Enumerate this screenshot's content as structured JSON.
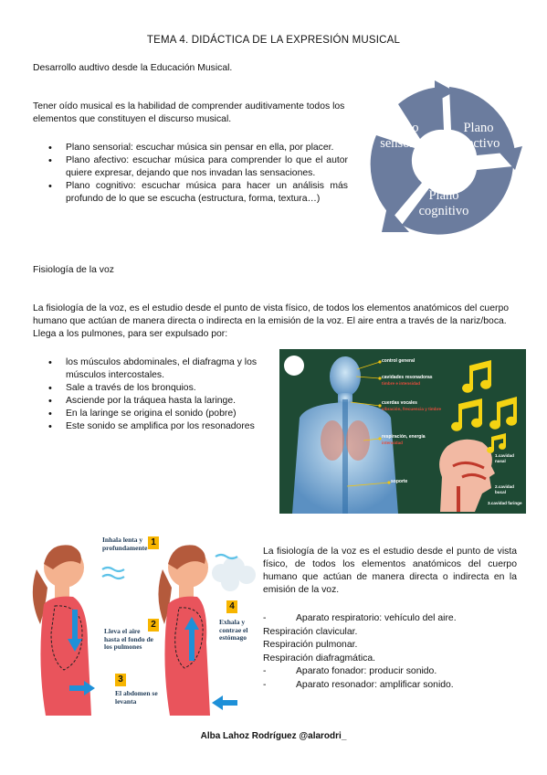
{
  "doc": {
    "title": "TEMA 4. DIDÁCTICA DE LA EXPRESIÓN MUSICAL",
    "subtitle": "Desarrollo audtivo desde la Educación Musical.",
    "intro": "Tener oído musical es la habilidad de comprender auditivamente todos los elementos que constituyen el discurso musical.",
    "planes_list": [
      "Plano sensorial: escuchar música sin pensar en ella, por placer.",
      "Plano afectivo: escuchar música para comprender lo que el autor quiere expresar, dejando que nos invadan las sensaciones.",
      "Plano cognitivo: escuchar música para hacer un análisis más profundo de lo que se escucha (estructura, forma, textura…)"
    ],
    "cycle_diagram": {
      "segments": [
        "Plano sensorial",
        "Plano afectivo",
        "Plano cognitivo"
      ],
      "color": "#6b7c9e"
    },
    "section2_heading": "Fisiología de la voz",
    "section2_para": "La fisiología de la voz, es el estudio desde el punto de vista físico, de todos los elementos anatómicos del cuerpo humano que actúan de manera directa o indirecta en la emisión de la voz. El aire entra a través de la nariz/boca. Llega a los pulmones, para ser expulsado por:",
    "voice_list": [
      "los músculos abdominales, el diafragma y los músculos intercostales.",
      "Sale a través de los bronquios.",
      "Asciende por la tráquea hasta la laringe.",
      "En la laringe se origina el sonido (pobre)",
      "Este sonido se amplifica por los resonadores"
    ],
    "anatomy_image": {
      "labels": [
        "control general",
        "cavidades resonadoras",
        "timbre e intensidad",
        "cuerdas vocales",
        "vibración, frecuencia y timbre",
        "respiración, energía",
        "intensidad",
        "soporte",
        "1.cavidad nasal",
        "2.cavidad bucal",
        "3.cavidad faringe"
      ]
    },
    "breathing_image": {
      "labels": [
        "Inhala lenta y profundamente",
        "Lleva el aire hasta el fondo de los pulmones",
        "El abdomen se levanta",
        "Exhala y contrae el estómago"
      ],
      "numbers": [
        "1",
        "2",
        "3",
        "4"
      ]
    },
    "section3_para": "La fisiología de la voz es el estudio desde el punto de vista físico, de todos los elementos anatómicos del cuerpo humano que actúan de manera directa o indirecta en la emisión de la voz.",
    "apparatus": [
      {
        "dash": true,
        "text": "Aparato respiratorio: vehículo del aire."
      },
      {
        "dash": false,
        "text": "Respiración clavicular."
      },
      {
        "dash": false,
        "text": "Respiración pulmonar."
      },
      {
        "dash": false,
        "text": "Respiración diafragmática."
      },
      {
        "dash": true,
        "text": "Aparato fonador: producir sonido."
      },
      {
        "dash": true,
        "text": "Aparato resonador: amplificar sonido."
      }
    ],
    "footer": "Alba Lahoz Rodríguez  @alarodri_"
  }
}
